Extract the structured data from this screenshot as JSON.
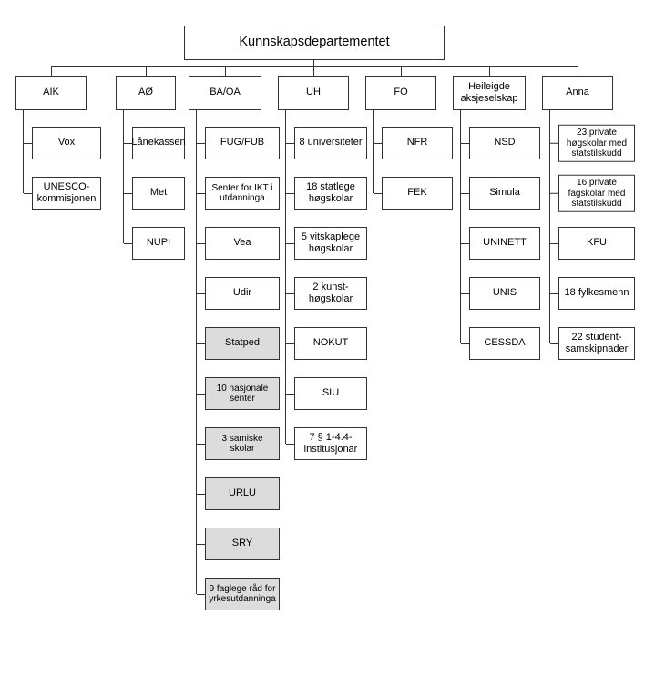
{
  "chart": {
    "type": "org-chart",
    "root": "Kunnskapsdepartementet",
    "colors": {
      "background": "#ffffff",
      "box_border": "#333333",
      "gray_fill": "#dcdcdc"
    },
    "columns": [
      {
        "label": "AIK",
        "children": [
          {
            "label": "Vox"
          },
          {
            "label": "UNESCO-kommisjonen"
          }
        ]
      },
      {
        "label": "AØ",
        "children": [
          {
            "label": "Lånekassen"
          },
          {
            "label": "Met"
          },
          {
            "label": "NUPI"
          }
        ]
      },
      {
        "label": "BA/OA",
        "children": [
          {
            "label": "FUG/FUB"
          },
          {
            "label": "Senter for IKT i utdanninga"
          },
          {
            "label": "Vea"
          },
          {
            "label": "Udir"
          },
          {
            "label": "Statped",
            "gray": true
          },
          {
            "label": "10 nasjonale senter",
            "gray": true
          },
          {
            "label": "3 samiske skolar",
            "gray": true
          },
          {
            "label": "URLU",
            "gray": true
          },
          {
            "label": "SRY",
            "gray": true
          },
          {
            "label": "9 faglege råd for yrkesutdanninga",
            "gray": true
          }
        ]
      },
      {
        "label": "UH",
        "children": [
          {
            "label": "8 universiteter"
          },
          {
            "label": "18 statlege høgskolar"
          },
          {
            "label": "5 vitskaplege høgskolar"
          },
          {
            "label": "2 kunst-høgskolar"
          },
          {
            "label": "NOKUT"
          },
          {
            "label": "SIU"
          },
          {
            "label": "7 § 1-4.4-institusjonar"
          }
        ]
      },
      {
        "label": "FO",
        "children": [
          {
            "label": "NFR"
          },
          {
            "label": "FEK"
          }
        ]
      },
      {
        "label": "Heileigde aksjeselskap",
        "children": [
          {
            "label": "NSD"
          },
          {
            "label": "Simula"
          },
          {
            "label": "UNINETT"
          },
          {
            "label": "UNIS"
          },
          {
            "label": "CESSDA"
          }
        ]
      },
      {
        "label": "Anna",
        "children": [
          {
            "label": "23 private høgskolar med statstilskudd"
          },
          {
            "label": "16 private fagskolar med statstilskudd"
          },
          {
            "label": "KFU"
          },
          {
            "label": "18 fylkesmenn"
          },
          {
            "label": "22 student-samskipnader"
          }
        ]
      }
    ]
  }
}
